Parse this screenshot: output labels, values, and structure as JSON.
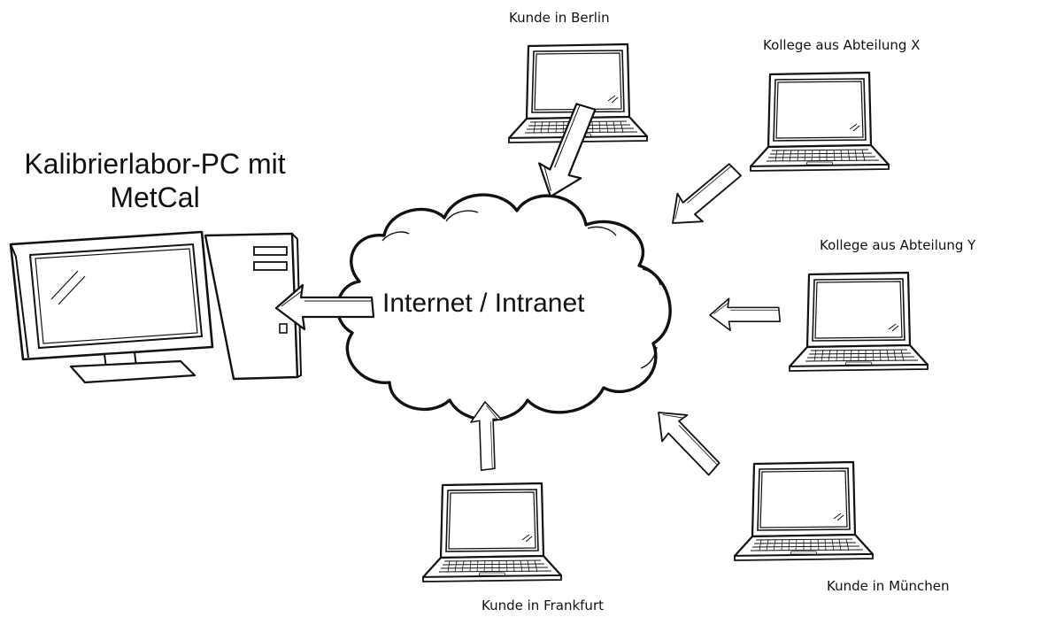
{
  "title": {
    "line1": "Kalibrierlabor-PC mit",
    "line2": "MetCal"
  },
  "cloud": {
    "label": "Internet / Intranet"
  },
  "clients": {
    "berlin": "Kunde in Berlin",
    "dept_x": "Kollege aus Abteilung X",
    "dept_y": "Kollege aus Abteilung Y",
    "muenchen": "Kunde in München",
    "frankfurt": "Kunde in Frankfurt"
  },
  "icons": [
    "desktop-pc-icon",
    "cloud-icon",
    "laptop-icon",
    "arrow-icon"
  ]
}
